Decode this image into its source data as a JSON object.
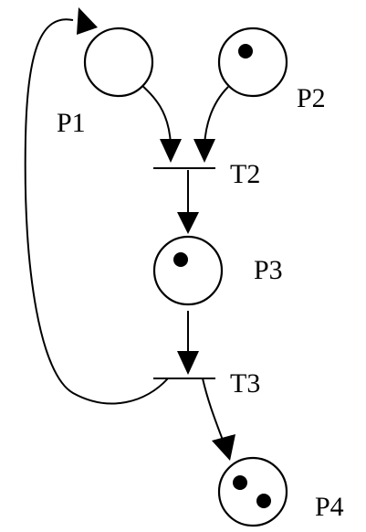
{
  "places": [
    {
      "id": "P1",
      "label": "P1",
      "tokens": 0
    },
    {
      "id": "P2",
      "label": "P2",
      "tokens": 1
    },
    {
      "id": "P3",
      "label": "P3",
      "tokens": 1
    },
    {
      "id": "P4",
      "label": "P4",
      "tokens": 2
    }
  ],
  "transitions": [
    {
      "id": "T2",
      "label": "T2"
    },
    {
      "id": "T3",
      "label": "T3"
    }
  ],
  "arcs": [
    {
      "from": "P1",
      "to": "T2"
    },
    {
      "from": "P2",
      "to": "T2"
    },
    {
      "from": "T2",
      "to": "P3"
    },
    {
      "from": "P3",
      "to": "T3"
    },
    {
      "from": "T3",
      "to": "P1"
    },
    {
      "from": "T3",
      "to": "P4"
    }
  ]
}
